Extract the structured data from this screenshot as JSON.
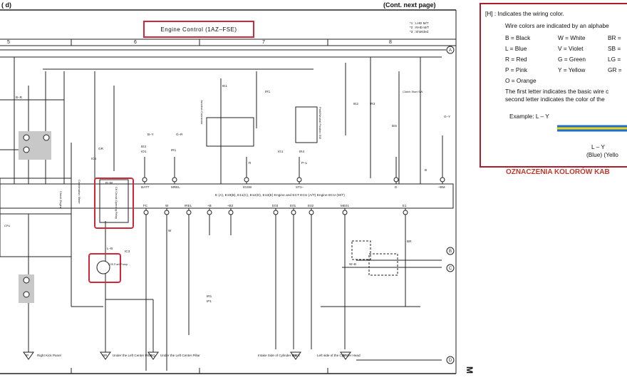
{
  "header": {
    "left_fragment": "(   d)",
    "continued": "(Cont.  next page)",
    "diagram_title": "Engine Control (1AZ–FSE)",
    "variant_notes": [
      "*1 : LHD M/T",
      "*2 : RHD M/T",
      "*3 : Shielded"
    ],
    "column_numbers": [
      "5",
      "6",
      "7",
      "8"
    ]
  },
  "diagram": {
    "ecu_label": "E (A), E19(B), E11(C), E12(D), E13(E) Engine and ECT ECU (A/T) Engine ECU (M/T)",
    "ecu_pins_top": [
      "BATT",
      "MREL",
      "IGSW",
      "ST1–",
      "D",
      "+BM"
    ],
    "ecu_pins_bottom": [
      "FC",
      "W",
      "IREL",
      "+B",
      "+B2",
      "E03",
      "E01",
      "E02",
      "ME01",
      "E1"
    ],
    "components": [
      "C8 Circuit Opening Relay",
      "F25 Fuel Pump",
      "Combination Meter",
      "CPU",
      "Check Engine",
      "Park/Neutral Position SW",
      "Clutch Start SW",
      "Junction Connector"
    ],
    "wire_codes": [
      "B–W",
      "W–B",
      "B–R",
      "B–Y",
      "G–R",
      "G–Y",
      "L–B",
      "BR",
      "W",
      "GR",
      "B",
      "R",
      "P–L"
    ],
    "side_markers": [
      "A",
      "B",
      "C",
      "D"
    ],
    "ground_points": [
      {
        "id": "IP",
        "label": "Right Kick Panel"
      },
      {
        "id": "BR",
        "label": "Under the Left Center Pillar"
      },
      {
        "id": "BQ",
        "label": "Under the Left Center Pillar"
      },
      {
        "id": "EE",
        "label": "Intake Side of Cylinder Block"
      },
      {
        "id": "EF",
        "label": "Left side of the Cylinder Head"
      }
    ],
    "connector_refs": [
      "IE1",
      "IR1",
      "IE2",
      "IR3",
      "IE3",
      "IO1",
      "IE5",
      "IR1",
      "IG1",
      "IR4",
      "IP1",
      "IR1",
      "IC3",
      "IC6"
    ]
  },
  "legend": {
    "title": "[H]  : Indicates the wiring color.",
    "line2": "Wire colors are indicated by an alphabe",
    "colors": [
      [
        "B  =  Black",
        "W  =  White",
        "BR ="
      ],
      [
        "L  =  Blue",
        "V  =  Violet",
        "SB ="
      ],
      [
        "R  =  Red",
        "G  =  Green",
        "LG ="
      ],
      [
        "P  =  Pink",
        "Y  =  Yellow",
        "GR ="
      ],
      [
        "O  =  Orange",
        "",
        ""
      ]
    ],
    "note1": "The first letter indicates the basic wire c",
    "note2": "second letter indicates the color of the",
    "example_label": "Example:    L – Y",
    "example_code": "L   –   Y",
    "example_names": "(Blue)     (Yello",
    "caption": "OZNACZENIA KOLORÓW KAB"
  },
  "side_label": "M",
  "colors": {
    "highlight": "#d0283a",
    "wire": "#222222",
    "shade": "#c8c8c8",
    "wire_blue": "#1e6fc8",
    "wire_yellow": "#e8d21a"
  }
}
